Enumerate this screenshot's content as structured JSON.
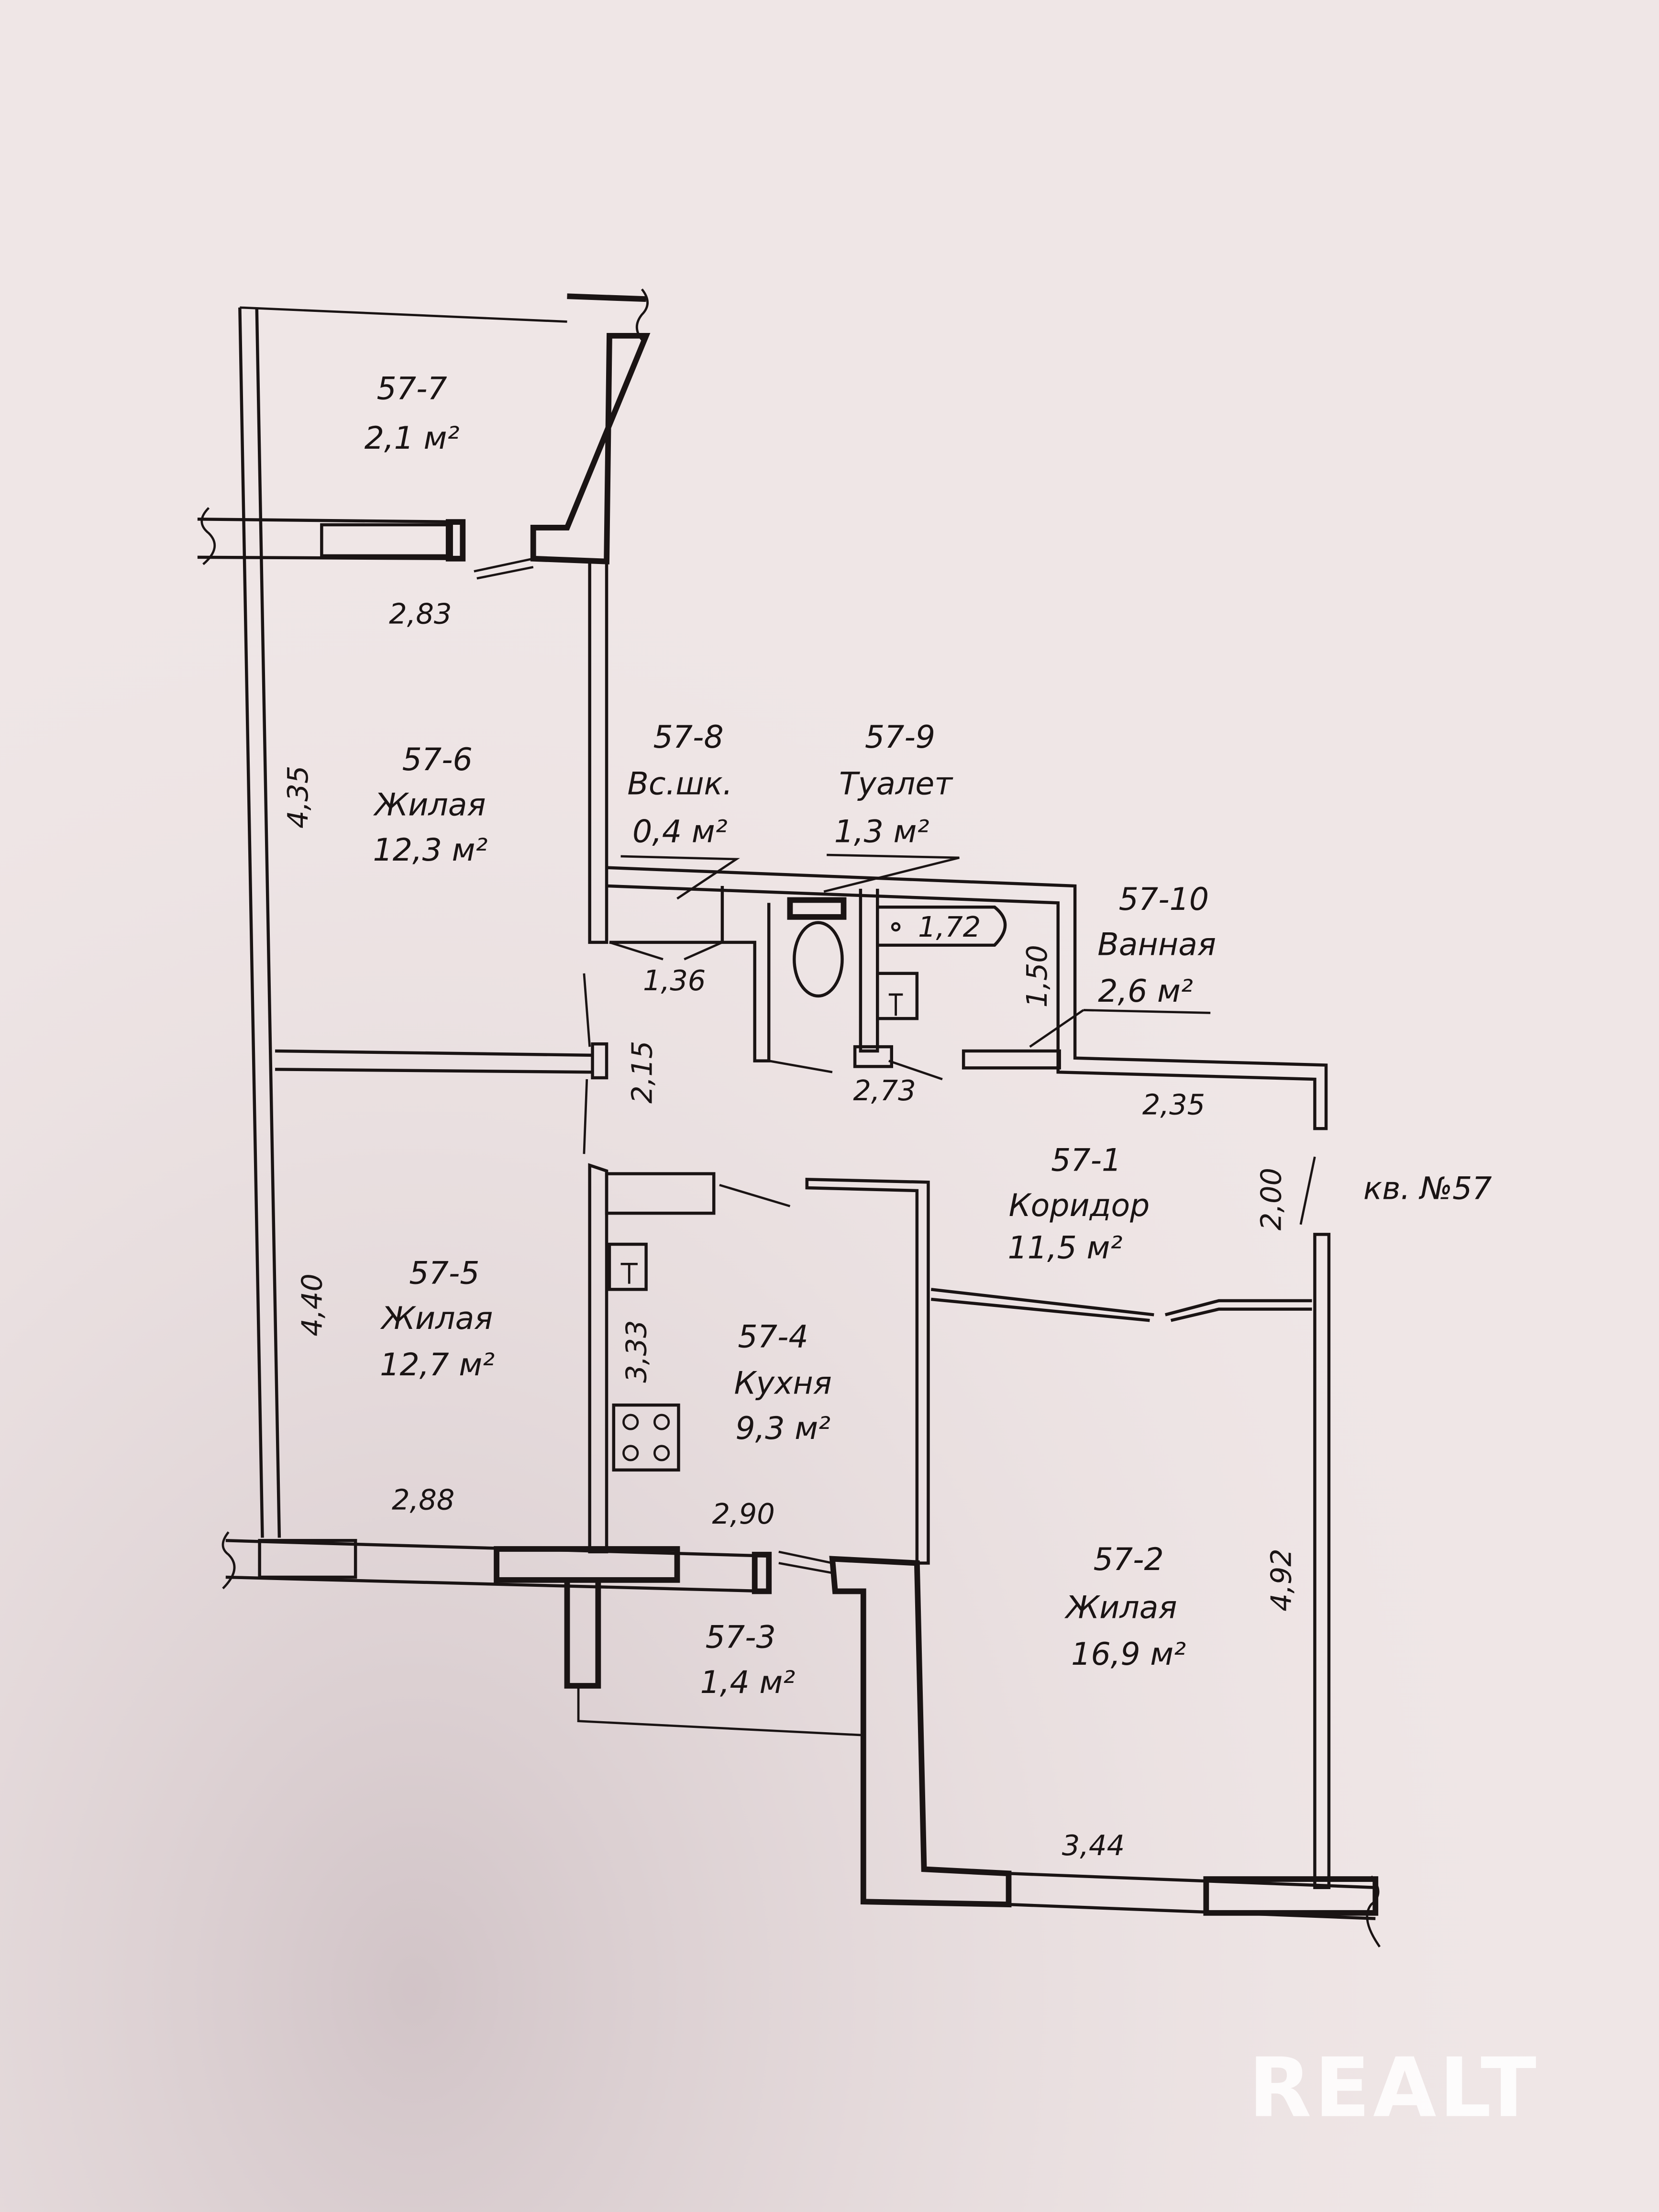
{
  "apartment_label": "кв. №57",
  "rooms": [
    {
      "id": "57-7",
      "name": "",
      "area": "2,1 м²"
    },
    {
      "id": "57-6",
      "name": "Жилая",
      "area": "12,3 м²"
    },
    {
      "id": "57-8",
      "name": "Вс.шк.",
      "area": "0,4 м²"
    },
    {
      "id": "57-9",
      "name": "Туалет",
      "area": "1,3 м²"
    },
    {
      "id": "57-10",
      "name": "Ванная",
      "area": "2,6 м²"
    },
    {
      "id": "57-1",
      "name": "Коридор",
      "area": "11,5 м²"
    },
    {
      "id": "57-5",
      "name": "Жилая",
      "area": "12,7 м²"
    },
    {
      "id": "57-4",
      "name": "Кухня",
      "area": "9,3 м²"
    },
    {
      "id": "57-3",
      "name": "",
      "area": "1,4 м²"
    },
    {
      "id": "57-2",
      "name": "Жилая",
      "area": "16,9 м²"
    }
  ],
  "dimensions": {
    "d_283": "2,83",
    "d_435": "4,35",
    "d_136": "1,36",
    "d_215": "2,15",
    "d_172": "1,72",
    "d_150": "1,50",
    "d_273": "2,73",
    "d_235": "2,35",
    "d_200": "2,00",
    "d_440": "4,40",
    "d_333": "3,33",
    "d_288": "2,88",
    "d_290": "2,90",
    "d_492": "4,92",
    "d_344": "3,44"
  },
  "watermark": "REALT",
  "colors": {
    "paper": "#eee4e4",
    "ink": "#1a1414"
  }
}
